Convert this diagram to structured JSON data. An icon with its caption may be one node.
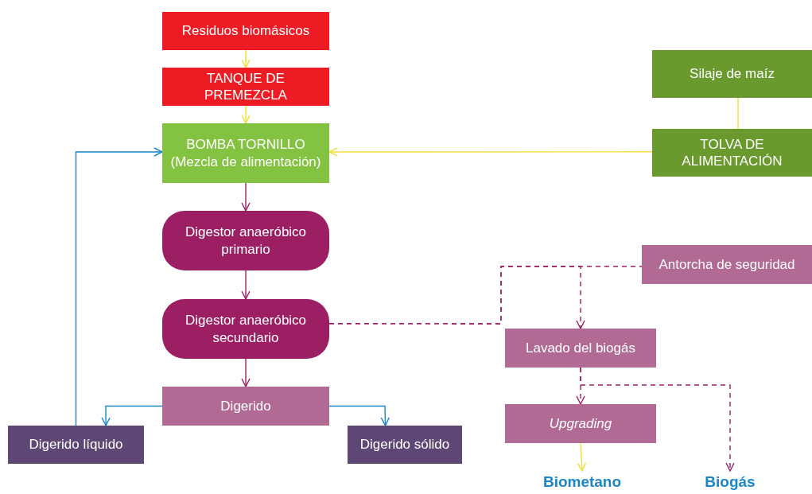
{
  "diagram": {
    "nodes": [
      {
        "text": [
          "Residuos biomásicos"
        ]
      },
      {
        "text": [
          "TANQUE DE PREMEZCLA"
        ]
      },
      {
        "text": [
          "BOMBA TORNILLO",
          "(Mezcla de alimentación)"
        ]
      },
      {
        "text": [
          "Silaje de maíz"
        ]
      },
      {
        "text": [
          "TOLVA DE ALIMENTACIÓN"
        ]
      },
      {
        "text": [
          "Digestor anaeróbico primario"
        ]
      },
      {
        "text": [
          "Digestor anaeróbico secundario"
        ]
      },
      {
        "text": [
          "Digerido"
        ]
      },
      {
        "text": [
          "Digerido líquido"
        ]
      },
      {
        "text": [
          "Digerido sólido"
        ]
      },
      {
        "text": [
          "Antorcha de seguridad"
        ]
      },
      {
        "text": [
          "Lavado del biogás"
        ]
      },
      {
        "text": [
          "Upgrading"
        ]
      },
      {
        "text": [
          "Biometano"
        ]
      },
      {
        "text": [
          "Biogás"
        ]
      }
    ],
    "edges": [
      {
        "from": 0,
        "to": 1,
        "arrow": "to",
        "color": "#f2dd3a"
      },
      {
        "from": 1,
        "to": 2,
        "arrow": "to",
        "color": "#f2dd3a"
      },
      {
        "from": 2,
        "to": 5,
        "arrow": "to"
      },
      {
        "from": 5,
        "to": 6,
        "arrow": "to"
      },
      {
        "from": 6,
        "to": 7,
        "arrow": "to"
      },
      {
        "from": 7,
        "to": 8,
        "arrow": "to",
        "color": "#1a86c8"
      },
      {
        "from": 7,
        "to": 9,
        "arrow": "to",
        "color": "#1a86c8"
      },
      {
        "from": 8,
        "to": 2,
        "arrow": "to",
        "color": "#1a86c8"
      },
      {
        "from": 4,
        "to": 2,
        "arrow": "to",
        "color": "#f2dd3a"
      },
      {
        "from": 3,
        "to": 4,
        "arrow": "none",
        "color": "#f2dd3a"
      },
      {
        "from": 6,
        "to": 10,
        "arrow": "none",
        "style": "dashed"
      },
      {
        "from": 6,
        "to": 11,
        "arrow": "to",
        "style": "dashed"
      },
      {
        "from": 11,
        "to": 12,
        "arrow": "to",
        "style": "dashed"
      },
      {
        "from": 11,
        "to": 14,
        "arrow": "to",
        "style": "dashed"
      },
      {
        "from": 12,
        "to": 13,
        "arrow": "to",
        "color": "#f2dd3a"
      }
    ]
  }
}
